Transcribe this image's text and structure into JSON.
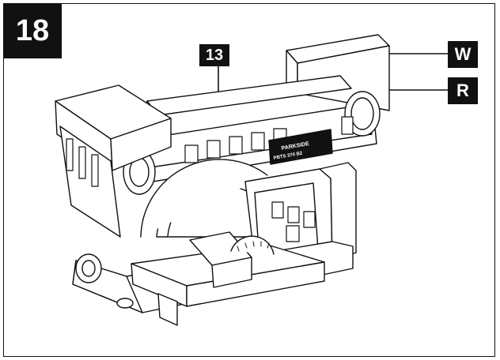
{
  "figure": {
    "number": "18",
    "labels": {
      "part_13": "13",
      "part_w": "W",
      "part_r": "R"
    },
    "brand_plate_text": "PARKSIDE",
    "model_plate_text": "PBTS 370 B2"
  },
  "colors": {
    "ink": "#111111",
    "paper": "#ffffff"
  }
}
